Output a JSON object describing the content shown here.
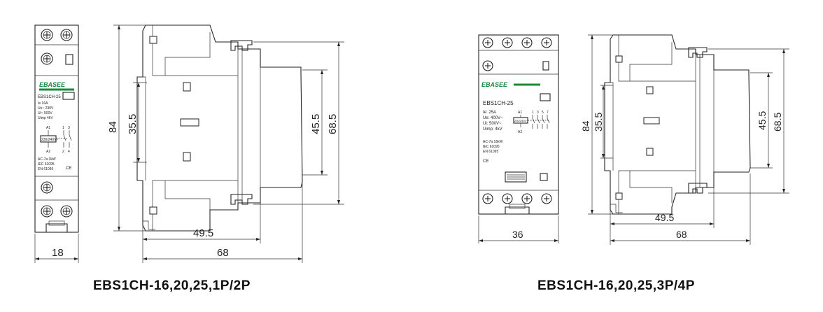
{
  "brand": {
    "logo_text": "EBASEE",
    "accent_color": "#1a8a3a"
  },
  "left_product": {
    "caption": "EBS1CH-16,20,25,1P/2P",
    "model": "EBS1CH-25",
    "specs": [
      "Ie       16A",
      "Ue~     230V",
      "Ui~     500V",
      "Uimp    4kV"
    ],
    "terminals_top": [
      "A1",
      "1",
      "3"
    ],
    "terminals_bottom": [
      "A2",
      "2",
      "4"
    ],
    "coil_label": "230/240V~",
    "ac_rating": "AC-7a       3kW",
    "standards": [
      "IEC  61095",
      "EN   61095"
    ],
    "ce": "CE",
    "dimensions": {
      "front_width": "18",
      "height_84": "84",
      "height_35_5": "35.5",
      "height_45_5": "45.5",
      "height_68_5": "68.5",
      "depth_49_5": "49.5",
      "depth_68": "68"
    }
  },
  "right_product": {
    "caption": "EBS1CH-16,20,25,3P/4P",
    "model": "EBS1CH-25",
    "specs": [
      "Ie:   25A",
      "Ue:   400V~",
      "Ui:   500V~",
      "Uimp: 4kV"
    ],
    "terminals_top": [
      "A1",
      "1",
      "3",
      "5",
      "7"
    ],
    "terminal_bottom": "A2",
    "coil_label": "230/240V~",
    "ac_rating": "AC-7a        16kW",
    "standards": [
      "IEC  61095",
      "EN   61095"
    ],
    "ce": "CE",
    "dimensions": {
      "front_width": "36",
      "height_84": "84",
      "height_35_5": "35.5",
      "height_45_5": "45.5",
      "height_68_5": "68.5",
      "depth_49_5": "49.5",
      "depth_68": "68"
    }
  }
}
